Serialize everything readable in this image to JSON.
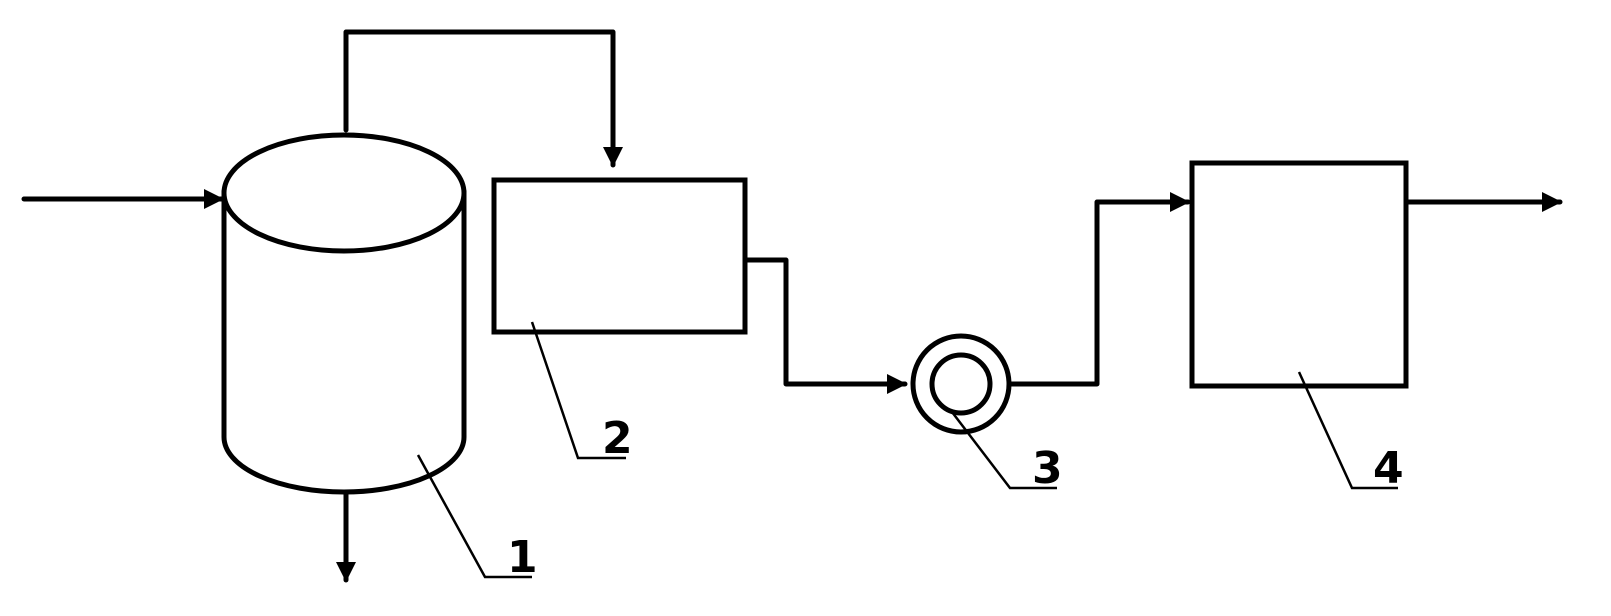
{
  "labels": {
    "tank": "1",
    "box_a": "2",
    "pump": "3",
    "box_b": "4"
  },
  "colors": {
    "ink": "#000000",
    "background": "#ffffff"
  }
}
